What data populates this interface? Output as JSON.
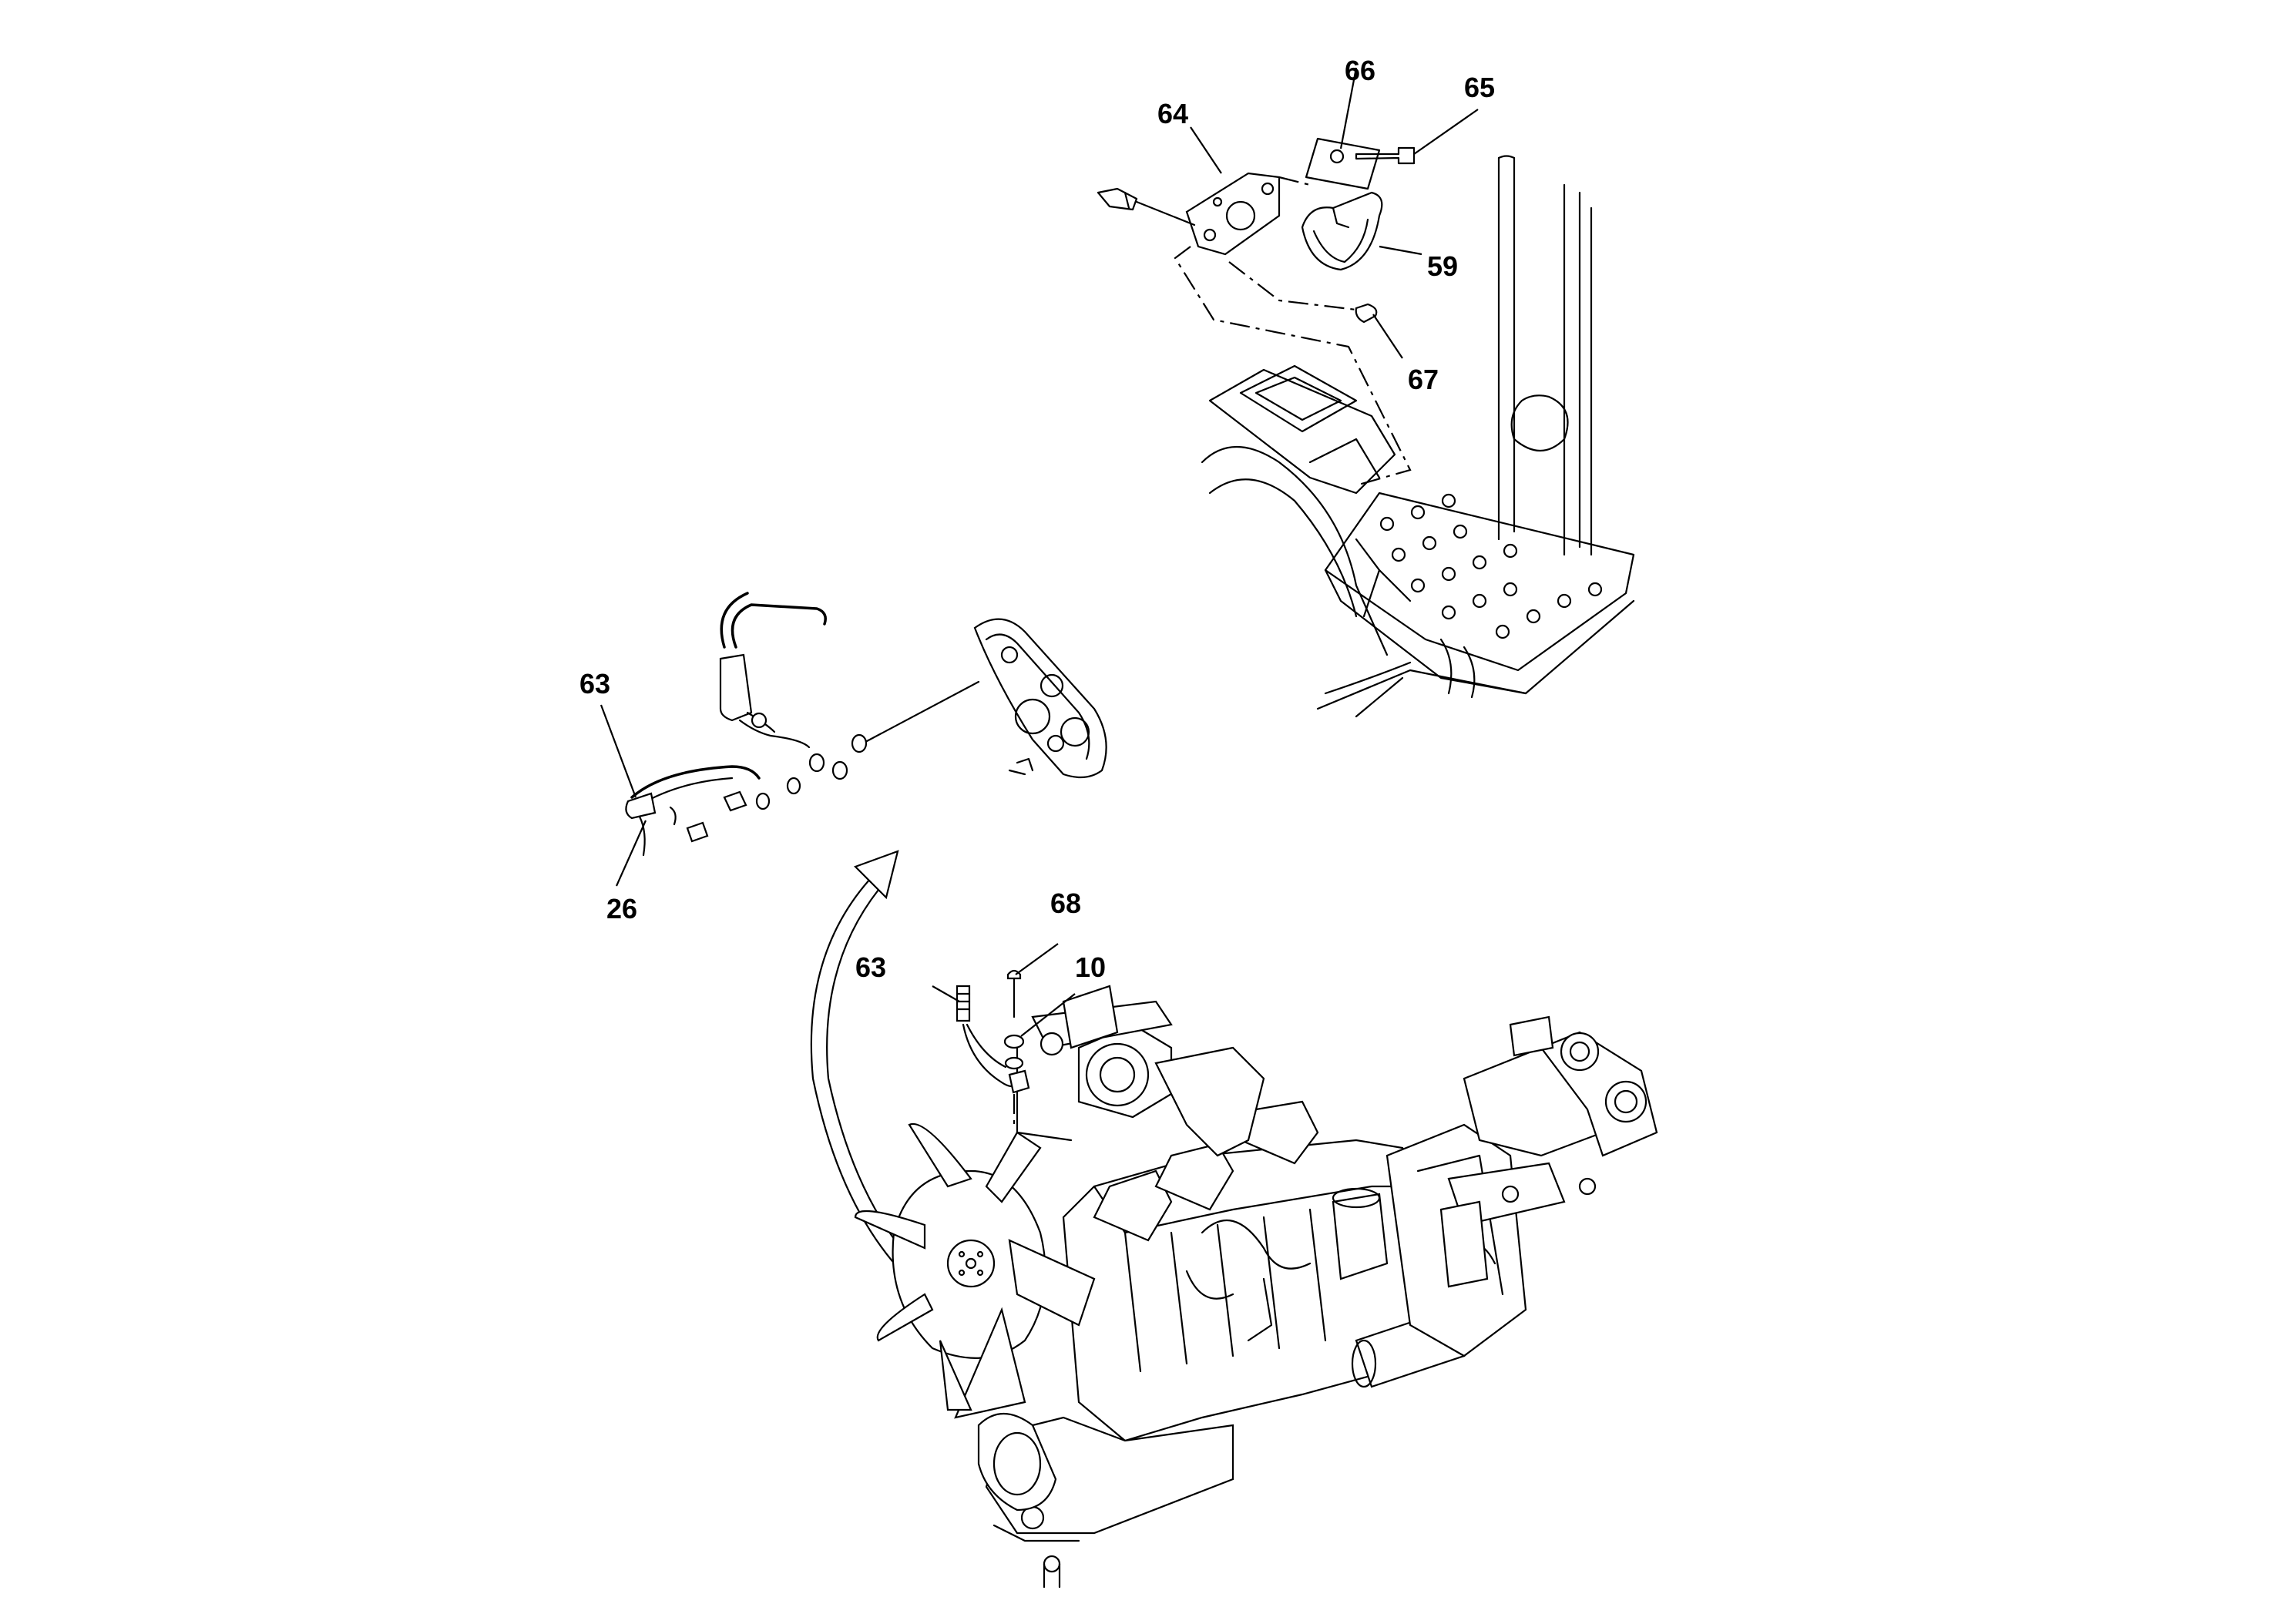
{
  "diagram": {
    "callouts": [
      {
        "id": "c64",
        "text": "64"
      },
      {
        "id": "c66",
        "text": "66"
      },
      {
        "id": "c65",
        "text": "65"
      },
      {
        "id": "c59",
        "text": "59"
      },
      {
        "id": "c67",
        "text": "67"
      },
      {
        "id": "c63a",
        "text": "63"
      },
      {
        "id": "c26",
        "text": "26"
      },
      {
        "id": "c68",
        "text": "68"
      },
      {
        "id": "c63b",
        "text": "63"
      },
      {
        "id": "c10",
        "text": "10"
      }
    ]
  }
}
